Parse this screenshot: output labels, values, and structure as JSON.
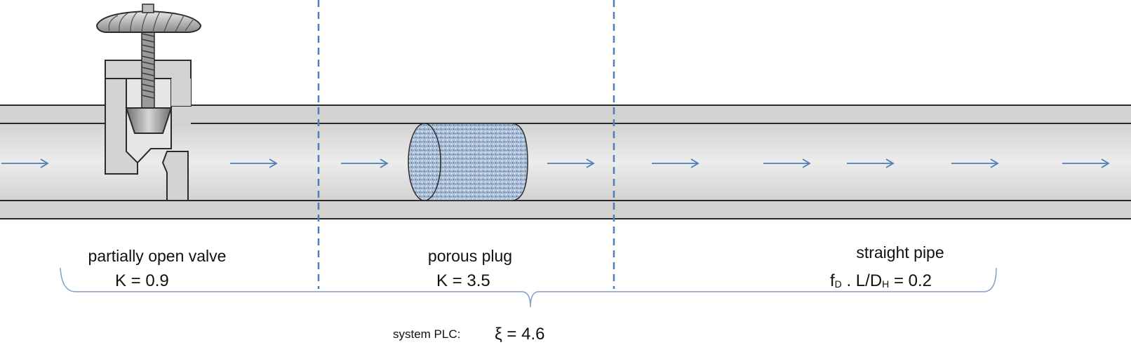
{
  "diagram": {
    "sections": [
      {
        "name": "valve",
        "title": "partially open valve",
        "value": "K = 0.9"
      },
      {
        "name": "plug",
        "title": "porous plug",
        "value": "K = 3.5"
      },
      {
        "name": "pipe",
        "title": "straight pipe",
        "coef_main": "f",
        "coef_sub": "D",
        "mid": " . L/D",
        "mid_sub": "H",
        "tail": " = 0.2"
      }
    ],
    "system": {
      "label": "system PLC:",
      "value": "ξ = 4.6"
    },
    "colors": {
      "pipe_wall": "#d3d3d3",
      "pipe_bore": "#e4e4e4",
      "outline": "#2b2b2b",
      "flow_arrow": "#4f7fb8",
      "divider": "#4f7fb8",
      "brace": "#7f9fc6",
      "plug_fill": "#a9bed6"
    }
  }
}
